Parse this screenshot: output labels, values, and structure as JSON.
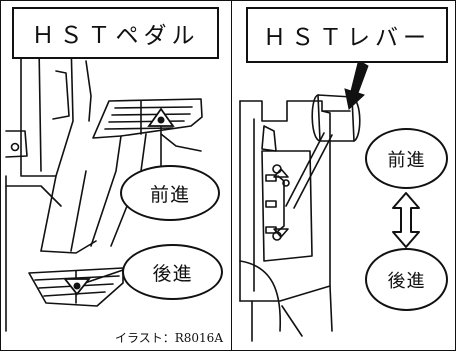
{
  "left_panel": {
    "title": "ＨＳＴペダル",
    "forward_label": "前進",
    "reverse_label": "後進",
    "credit": "イラスト：R8016A"
  },
  "right_panel": {
    "title": "ＨＳＴレバー",
    "forward_label": "前進",
    "reverse_label": "後進"
  },
  "colors": {
    "line": "#111111",
    "background": "#ffffff"
  }
}
